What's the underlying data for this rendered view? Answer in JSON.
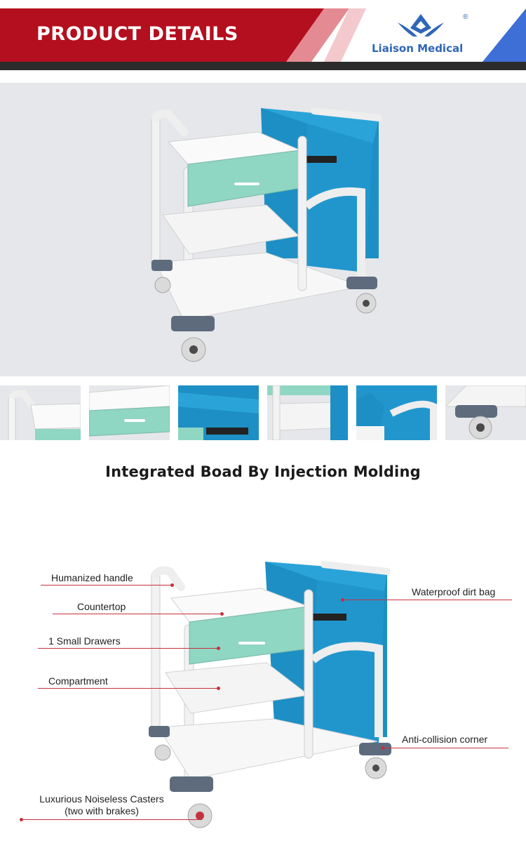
{
  "header": {
    "title": "PRODUCT DETAILS",
    "brand": "Liaison Medical",
    "registered_mark": "®",
    "accent_red": "#b40f1f",
    "accent_blue": "#3d6fd6"
  },
  "main": {
    "subtitle": "Integrated Boad By Injection Molding"
  },
  "callouts": {
    "handle": "Humanized handle",
    "countertop": "Countertop",
    "drawers": "1 Small Drawers",
    "compartment": "Compartment",
    "dirt_bag": "Waterproof dirt bag",
    "corner": "Anti-collision corner",
    "casters_line1": "Luxurious Noiseless Casters",
    "casters_line2": "(two with brakes)"
  }
}
